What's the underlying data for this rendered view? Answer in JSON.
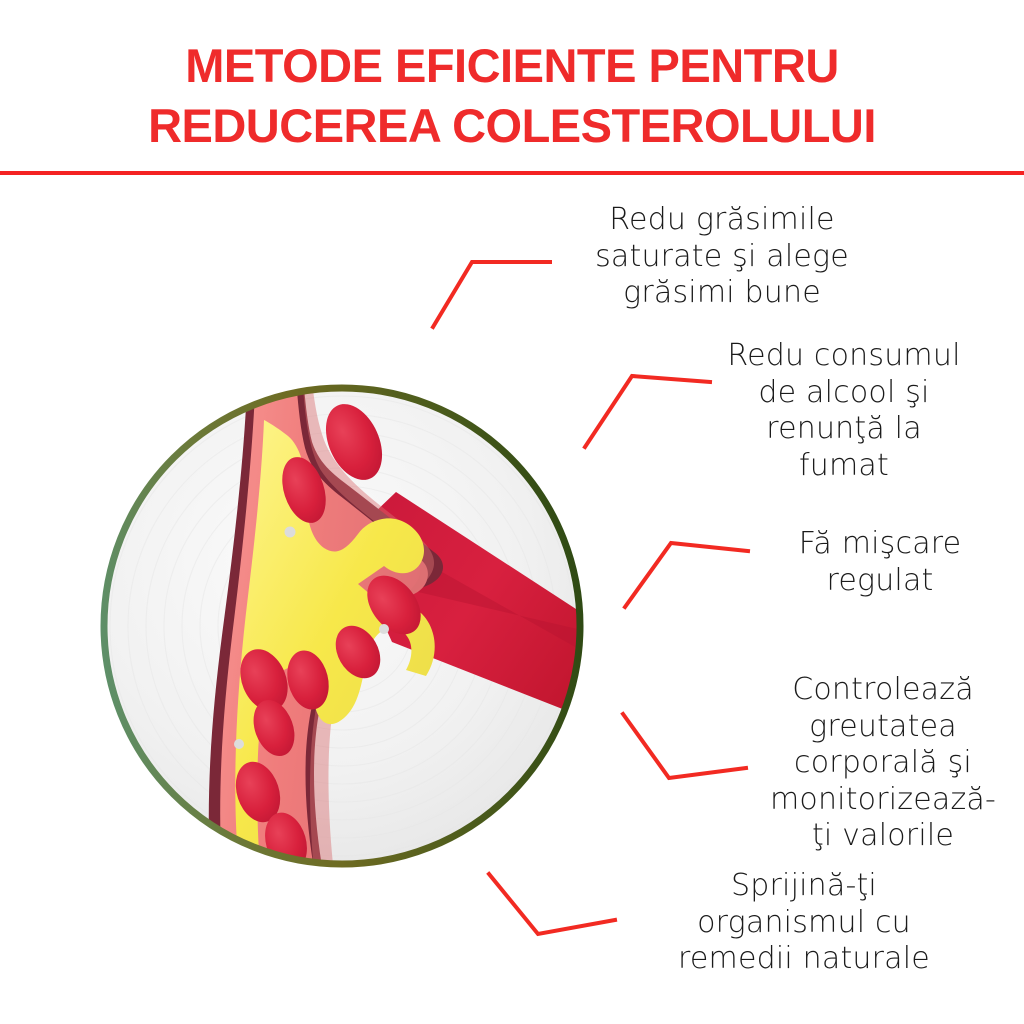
{
  "header": {
    "title_line_1": "METODE EFICIENTE PENTRU",
    "title_line_2": "REDUCEREA COLESTEROLULUI",
    "title_color": "#ef2b2b",
    "divider_color": "#f42222"
  },
  "callouts": [
    {
      "id": "callout-1",
      "text": "Redu grăsimile\nsaturate şi alege\ngrăsimi bune"
    },
    {
      "id": "callout-2",
      "text": "Redu consumul\nde alcool şi\nrenunţă la\nfumat"
    },
    {
      "id": "callout-3",
      "text": "Fă mişcare\nregulat"
    },
    {
      "id": "callout-4",
      "text": "Controlează\ngreutatea\ncorporală şi\nmonitorizează-\nţi valorile"
    },
    {
      "id": "callout-5",
      "text": "Sprijină-ţi\norganismul cu\nremedii naturale"
    }
  ],
  "illustration": {
    "name": "clogged-artery-cross-section",
    "circle_outline_top_color": "#6e6b22",
    "circle_outline_left_color": "#5e8f68",
    "circle_outline_right_color": "#2f4a14",
    "circle_fill_color": "#f0f0f0",
    "vessel_wall_color": "#7b2838",
    "vessel_tissue_color": "#f0807f",
    "plaque_color": "#f2e84f",
    "blood_cell_color": "#d8203c",
    "open_artery_color": "#d21f3f"
  },
  "connector_color": "#f22a22"
}
